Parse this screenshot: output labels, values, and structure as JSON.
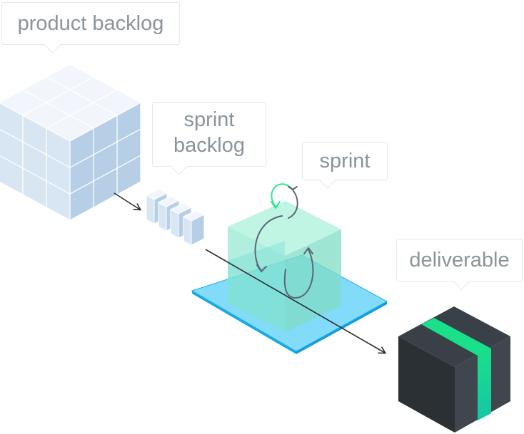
{
  "labels": {
    "product_backlog": "product backlog",
    "sprint_backlog_line1": "sprint",
    "sprint_backlog_line2": "backlog",
    "sprint": "sprint",
    "deliverable": "deliverable"
  },
  "colors": {
    "backlog_cube_top": "#f2f6fc",
    "backlog_cube_left": "#d8e5f3",
    "backlog_cube_right": "#b6cfe6",
    "sprint_plate": "#7fd8f5",
    "sprint_plate_edge": "#1aa9e0",
    "sprint_cube": "#9ef0d6",
    "deliverable_dark": "#2e3338",
    "deliverable_stripe": "#19e08a",
    "arrow": "#2b2f38",
    "cycle_arrow": "#2ee88e",
    "label_text": "#8b949b"
  },
  "icons": [
    "arrow-icon",
    "cycle-arrow-icon"
  ]
}
